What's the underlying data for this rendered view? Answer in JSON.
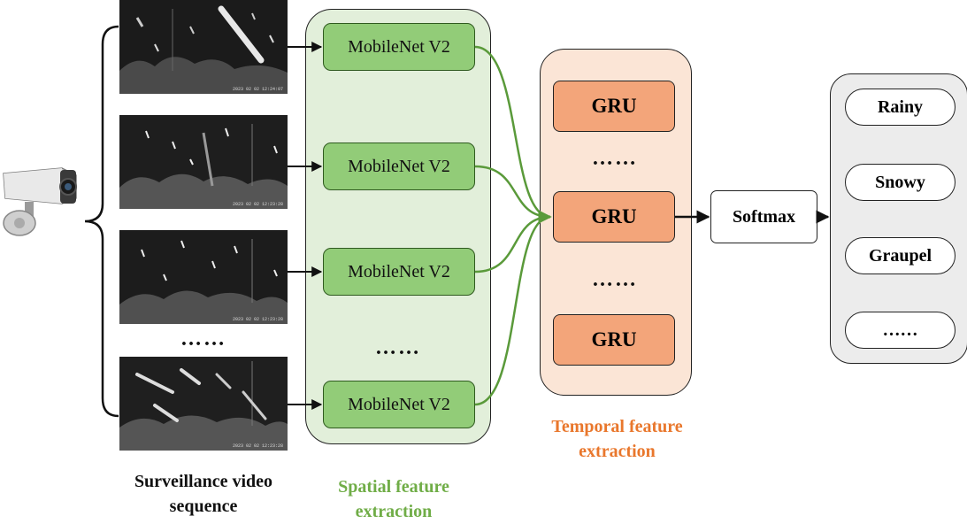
{
  "frames": [
    {
      "timestamp": "2023 02 02 12:24:07"
    },
    {
      "timestamp": "2023 02 02 12:23:28"
    },
    {
      "timestamp": "2023 02 02 12:23:28"
    },
    {
      "timestamp": "2023 02 02 12:23:28"
    }
  ],
  "frame_ellipsis": "……",
  "spatial": {
    "modules": [
      "MobileNet V2",
      "MobileNet V2",
      "MobileNet V2",
      "MobileNet V2"
    ],
    "ellipsis": "……",
    "caption_line1": "Spatial feature",
    "caption_line2": "extraction"
  },
  "temporal": {
    "units": [
      "GRU",
      "GRU",
      "GRU"
    ],
    "ellipsis_1": "……",
    "ellipsis_2": "……",
    "caption_line1": "Temporal feature",
    "caption_line2": "extraction"
  },
  "softmax_label": "Softmax",
  "outputs": {
    "classes": [
      "Rainy",
      "Snowy",
      "Graupel",
      "……"
    ]
  },
  "input_caption": {
    "line1": "Surveillance video",
    "line2": "sequence"
  },
  "colors": {
    "spatial_group": "#e2efda",
    "mobilenet": "#92cc78",
    "spatial_caption": "#70ad47",
    "connector_green": "#5a9a3a",
    "temporal_group": "#fbe5d6",
    "gru": "#f3a57a",
    "temporal_caption": "#e9772c",
    "output_group": "#ececec"
  },
  "icons": [
    "surveillance-camera-icon"
  ]
}
